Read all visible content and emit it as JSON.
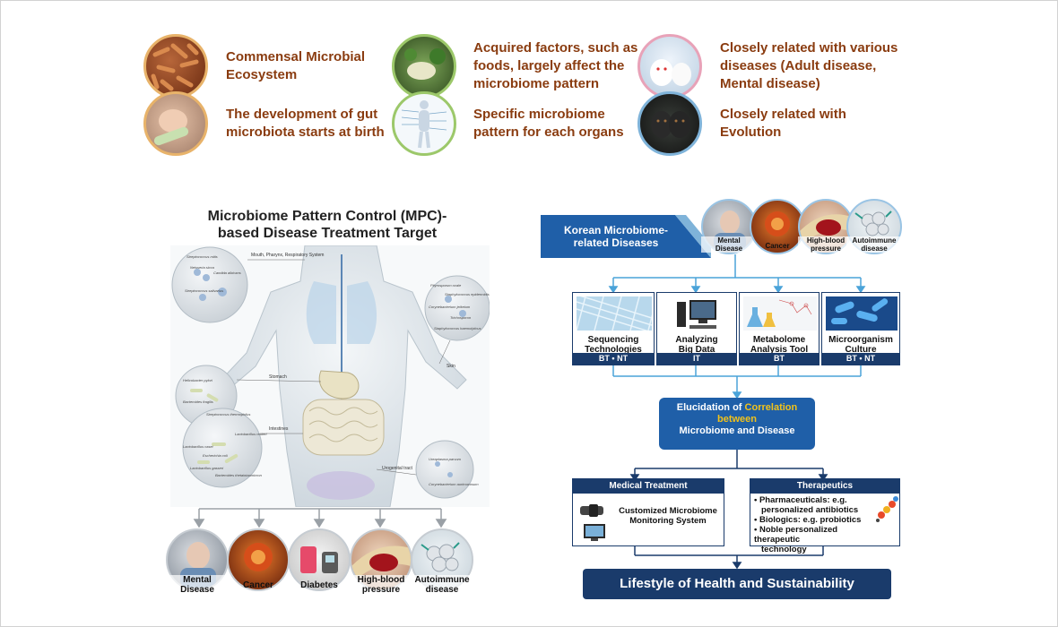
{
  "features": [
    {
      "text": "Commensal Microbial Ecosystem",
      "line1": "Commensal Microbial",
      "line2": "Ecosystem",
      "line3": "",
      "icon": "bacteria-icon"
    },
    {
      "text": "Acquired factors, such as foods, largely affect the microbiome pattern",
      "line1": "Acquired factors, such as",
      "line2": "foods, largely affect the",
      "line3": "microbiome pattern",
      "icon": "food-icon"
    },
    {
      "text": "Closely related with various diseases (Adult disease, Mental disease)",
      "line1": "Closely related with various",
      "line2": "diseases (Adult disease,",
      "line3": "Mental disease)",
      "icon": "mice-icon"
    },
    {
      "text": "The development of gut microbiota starts at birth",
      "line1": "The development of gut",
      "line2": "microbiota starts at birth",
      "line3": "",
      "icon": "newborn-icon"
    },
    {
      "text": "Specific microbiome pattern for each organs",
      "line1": "Specific microbiome",
      "line2": "pattern for each organs",
      "line3": "",
      "icon": "body-organs-icon"
    },
    {
      "text": "Closely related with Evolution",
      "line1": "Closely related with",
      "line2": "Evolution",
      "line3": "",
      "icon": "gorilla-icon"
    }
  ],
  "mpc": {
    "title_line1": "Microbiome Pattern Control (MPC)-",
    "title_line2": "based Disease Treatment Target",
    "body_labels": {
      "mouth": "Mouth, Pharynx, Respiratory System",
      "stomach": "Stomach",
      "intestines": "Intestines",
      "skin": "Skin",
      "urogenital": "Urogenital tract"
    },
    "microbes": {
      "strep_mitis": "Streptococcus mitis",
      "neisseria": "Neisseria sicca",
      "candida": "Candida albicans",
      "strep_salivarius": "Streptococcus salivarius",
      "pityrosporum": "Pityrosporum ovale",
      "staph_epi": "Staphylococcus epidermidis",
      "coryne_jeikeium": "Corynebacterium jeikeium",
      "trichosporon": "Trichosporon",
      "staph_haemo": "Staphylococcus haemolyticus",
      "helicobacter": "Helicobacter pylori",
      "bacteroides_fragilis": "Bacteroides fragilis",
      "strep_thermo": "Streptococcus thermophilus",
      "lacto_reuteri": "Lactobacillus reuteri",
      "lacto_casei": "Lactobacillus casei",
      "e_coli": "Escherichia coli",
      "lacto_gasseri": "Lactobacillus gasseri",
      "bacteroides_theta": "Bacteroides thetaiotaomicron",
      "ureaplasma": "Ureaplasma parvum",
      "coryne_auri": "Corynebacterium aurimucosum"
    },
    "diseases": [
      {
        "line1": "Mental",
        "line2": "Disease",
        "icon": "mental-disease-icon"
      },
      {
        "line1": "Cancer",
        "line2": "",
        "icon": "cancer-cell-icon"
      },
      {
        "line1": "Diabetes",
        "line2": "",
        "icon": "diabetes-icon"
      },
      {
        "line1": "High-blood",
        "line2": "pressure",
        "icon": "blood-vessel-icon"
      },
      {
        "line1": "Autoimmune",
        "line2": "disease",
        "icon": "autoimmune-icon"
      }
    ]
  },
  "korean": {
    "banner_line1": "Korean Microbiome-",
    "banner_line2": "related Diseases",
    "diseases": [
      {
        "line1": "Mental",
        "line2": "Disease"
      },
      {
        "line1": "Cancer",
        "line2": ""
      },
      {
        "line1": "High-blood",
        "line2": "pressure"
      },
      {
        "line1": "Autoimmune",
        "line2": "disease"
      }
    ],
    "technologies": [
      {
        "line1": "Sequencing",
        "line2": "Technologies",
        "tag": "BT • NT",
        "icon": "dna-grid-icon"
      },
      {
        "line1": "Analyzing",
        "line2": "Big Data",
        "tag": "IT",
        "icon": "computer-icon"
      },
      {
        "line1": "Metabolome",
        "line2": "Analysis Tool",
        "tag": "BT",
        "icon": "flask-icon"
      },
      {
        "line1": "Microorganism",
        "line2": "Culture Technique",
        "tag": "BT • NT",
        "icon": "microbe-culture-icon"
      }
    ],
    "elucidation": {
      "prefix": "Elucidation of",
      "highlight": "Correlation",
      "line2": "between",
      "line3": "Microbiome and Disease"
    },
    "medical": {
      "header": "Medical Treatment",
      "line1": "Customized Microbiome",
      "line2": "Monitoring System"
    },
    "therapeutics": {
      "header": "Therapeutics",
      "items": [
        {
          "line1": "Pharmaceuticals: e.g.",
          "line2": "personalized antibiotics"
        },
        {
          "line1": "Biologics: e.g. probiotics",
          "line2": ""
        },
        {
          "line1": "Noble personalized therapeutic",
          "line2": "technology"
        }
      ]
    },
    "lifestyle": "Lifestyle of Health and Sustainability"
  },
  "colors": {
    "feature_text": "#8a3c10",
    "navy": "#1a3b6b",
    "accent_blue": "#1f5fa8",
    "highlight_yellow": "#f2c21a",
    "arrow_light_blue": "#4aa3d9"
  }
}
